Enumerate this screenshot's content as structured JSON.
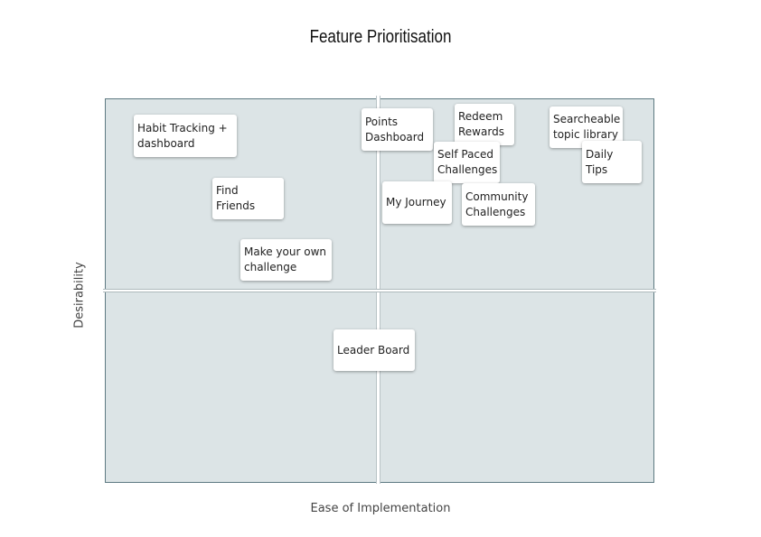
{
  "title": "Feature Prioritisation",
  "x_axis_label": "Ease of Implementation",
  "y_axis_label": "Desirability",
  "colors": {
    "board": "#dce4e6",
    "border": "#5e7a82",
    "card": "#ffffff"
  },
  "cards": [
    {
      "label": "Habit Tracking  +\ndashboard"
    },
    {
      "label": "Find Friends"
    },
    {
      "label": "Make your own\nchallenge"
    },
    {
      "label": "Points\nDashboard"
    },
    {
      "label": "Redeem\nRewards"
    },
    {
      "label": "Searcheable\ntopic library"
    },
    {
      "label": "Self Paced\nChallenges"
    },
    {
      "label": "Daily Tips"
    },
    {
      "label": "My Journey"
    },
    {
      "label": "Community\nChallenges"
    },
    {
      "label": "Leader Board"
    }
  ]
}
